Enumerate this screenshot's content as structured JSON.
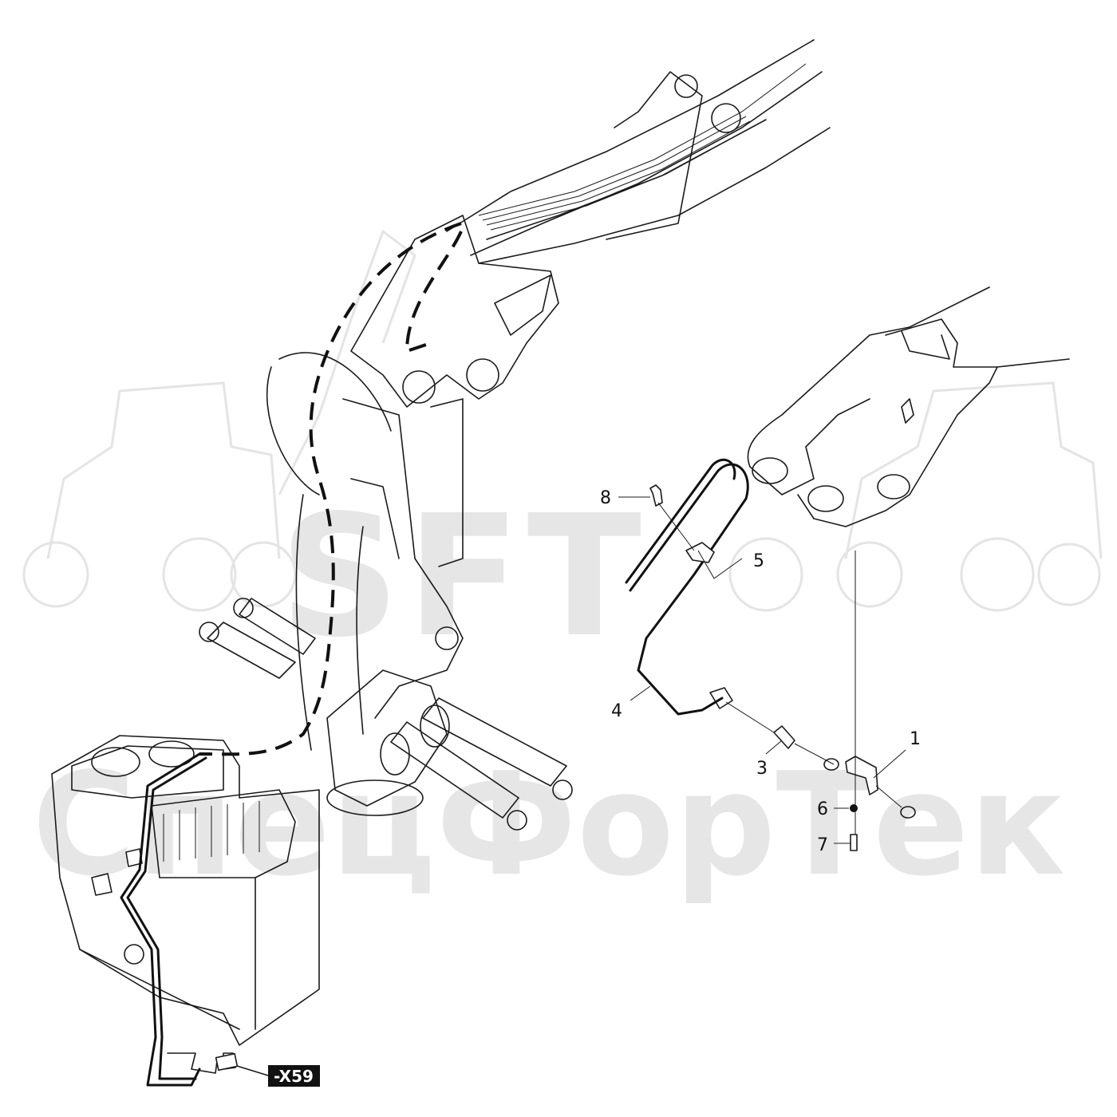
{
  "watermark": {
    "brand": "SFT",
    "company": "СпецФорТек"
  },
  "callouts": [
    {
      "id": "1",
      "label": "1"
    },
    {
      "id": "3",
      "label": "3"
    },
    {
      "id": "4",
      "label": "4"
    },
    {
      "id": "5",
      "label": "5"
    },
    {
      "id": "6",
      "label": "6"
    },
    {
      "id": "7",
      "label": "7"
    },
    {
      "id": "8",
      "label": "8"
    }
  ],
  "connector_tag": {
    "label": "-X59",
    "color": "#111111",
    "text_color": "#ffffff"
  },
  "colors": {
    "line": "#1a1a1a",
    "watermark": "#e6e6e6",
    "background": "#ffffff"
  }
}
